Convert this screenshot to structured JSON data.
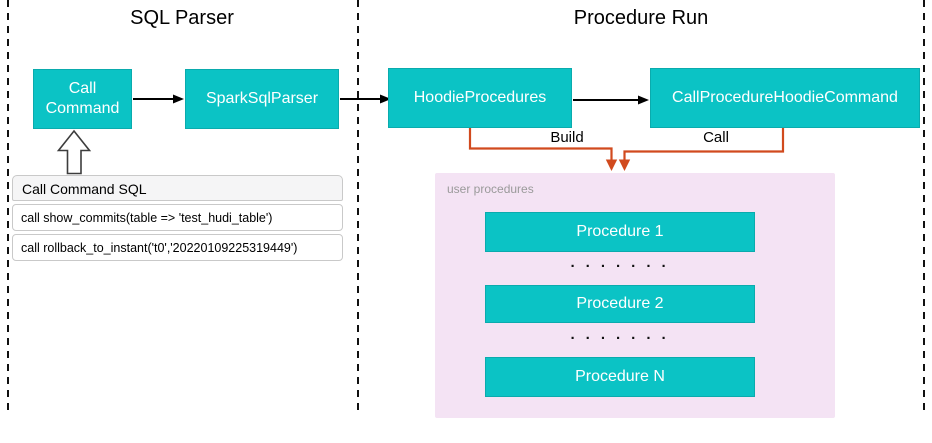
{
  "sections": {
    "sql_parser_title": "SQL Parser",
    "procedure_run_title": "Procedure Run"
  },
  "nodes": {
    "call_command": "Call Command",
    "spark_sql_parser": "SparkSqlParser",
    "hoodie_procedures": "HoodieProcedures",
    "call_procedure_hoodie_command": "CallProcedureHoodieCommand"
  },
  "edge_labels": {
    "build": "Build",
    "call": "Call"
  },
  "sql_box": {
    "title": "Call Command SQL",
    "rows": [
      "call show_commits(table => 'test_hudi_table')",
      "call rollback_to_instant('t0','20220109225319449')"
    ]
  },
  "user_procedures": {
    "label": "user procedures",
    "items": [
      "Procedure 1",
      "Procedure 2",
      "Procedure N"
    ],
    "ellipsis": "· · · · · · ·"
  },
  "colors": {
    "node_teal": "#0bc3c5",
    "connector_red": "#d14a1e",
    "container_purple": "#f4e3f4",
    "muted_label_gray": "#9a9a9a",
    "line_black": "#000000"
  }
}
